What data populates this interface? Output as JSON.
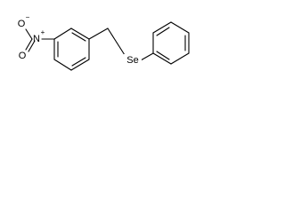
{
  "molecule": {
    "atoms": {
      "nitro_oxygen": "O",
      "nitro_nitrogen": "N",
      "selenium": "Se"
    },
    "charges": {
      "nitrogen": "+",
      "oxygen": "−"
    },
    "colors": {
      "bond": "#000000",
      "background": "#ffffff"
    }
  }
}
